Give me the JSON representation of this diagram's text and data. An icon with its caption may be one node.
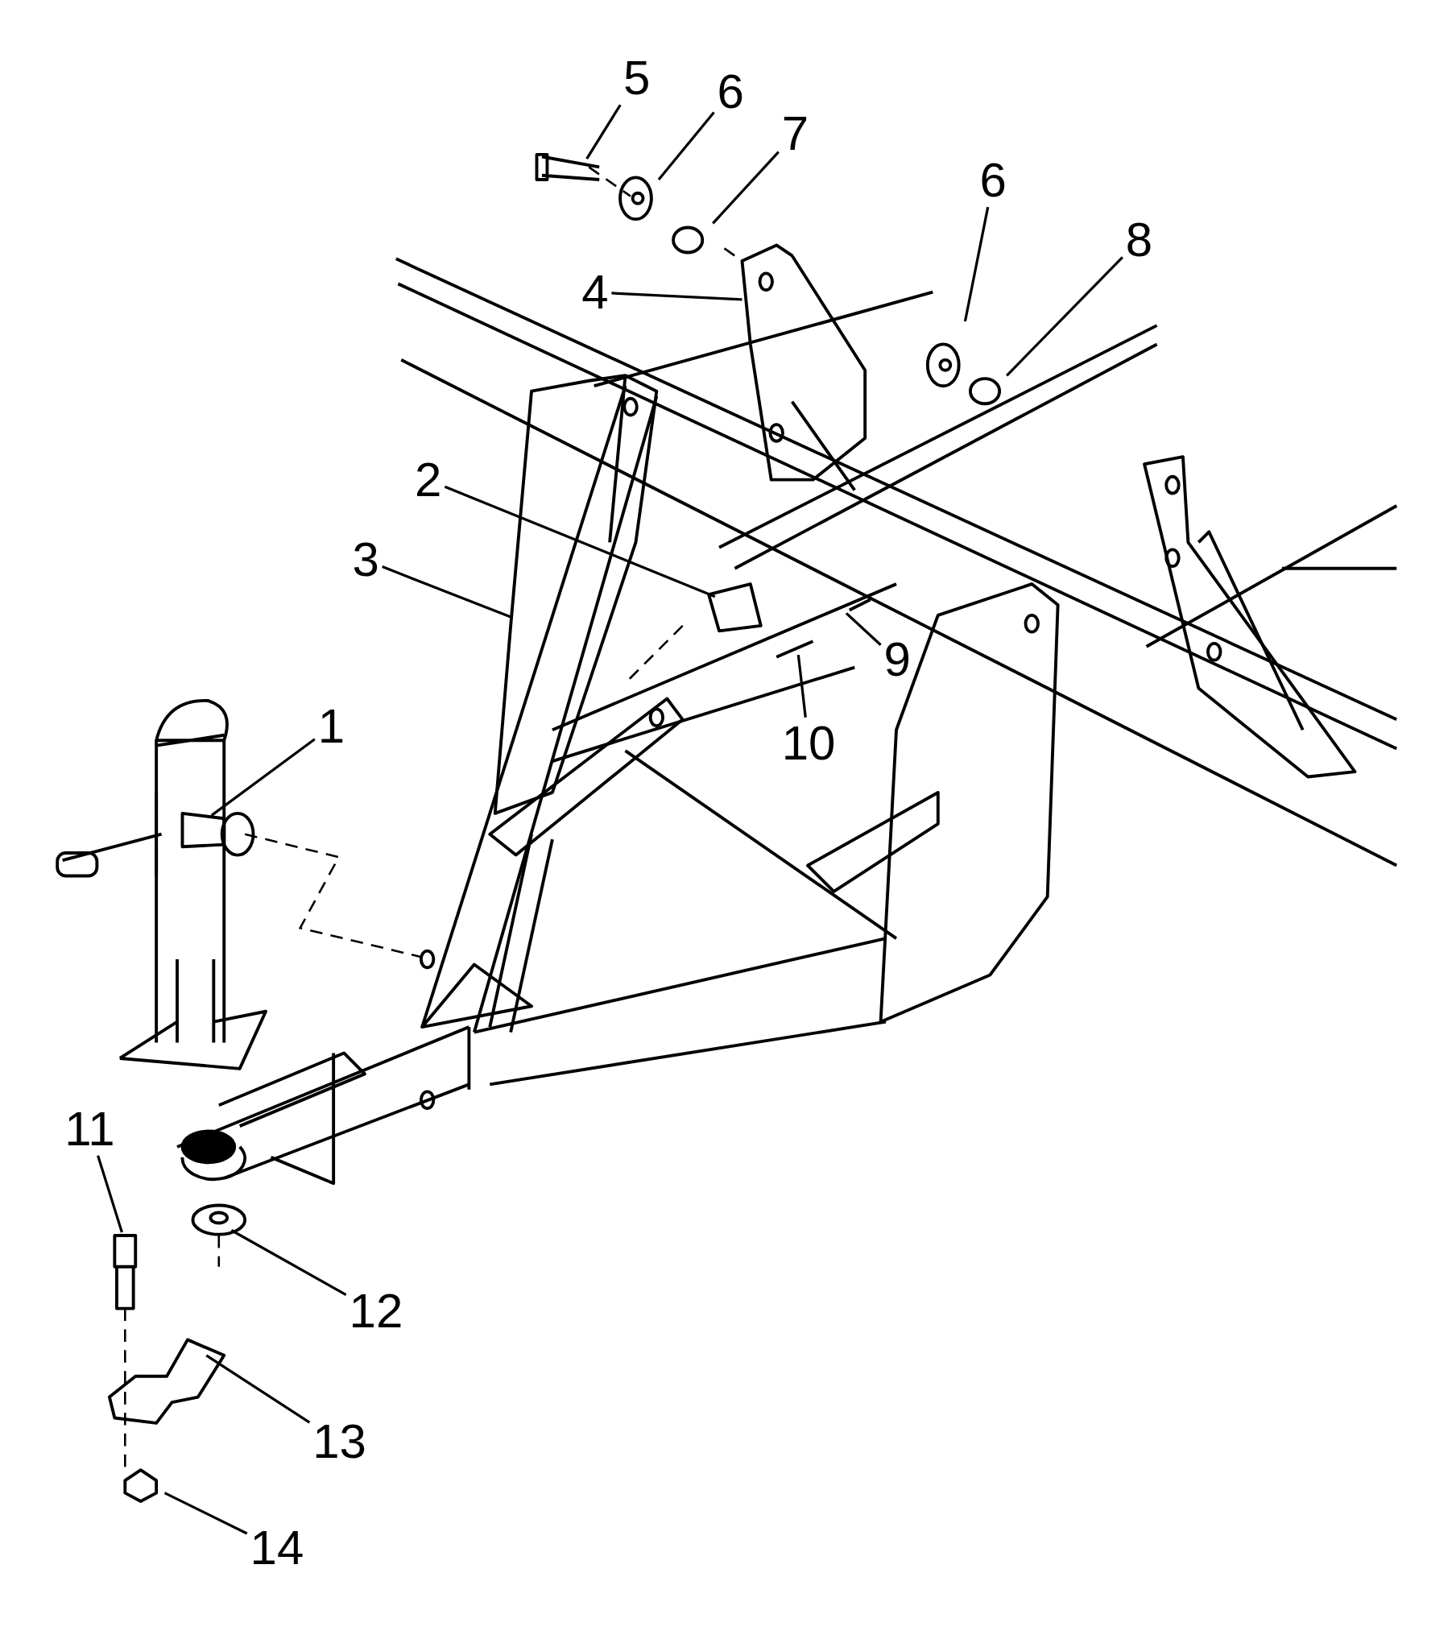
{
  "diagram": {
    "nodes": [
      {
        "text": [
          "5"
        ]
      },
      {
        "text": [
          "6"
        ]
      },
      {
        "text": [
          "7"
        ]
      },
      {
        "text": [
          "6"
        ]
      },
      {
        "text": [
          "8"
        ]
      },
      {
        "text": [
          "4"
        ]
      },
      {
        "text": [
          "2"
        ]
      },
      {
        "text": [
          "3"
        ]
      },
      {
        "text": [
          "9"
        ]
      },
      {
        "text": [
          "1"
        ]
      },
      {
        "text": [
          "10"
        ]
      },
      {
        "text": [
          "11"
        ]
      },
      {
        "text": [
          "12"
        ]
      },
      {
        "text": [
          "13"
        ]
      },
      {
        "text": [
          "14"
        ]
      }
    ],
    "edges": [
      {
        "from": 0,
        "to": null,
        "arrow": "none"
      },
      {
        "from": 1,
        "to": null,
        "arrow": "none"
      },
      {
        "from": 2,
        "to": null,
        "arrow": "none"
      },
      {
        "from": 3,
        "to": null,
        "arrow": "none"
      },
      {
        "from": 4,
        "to": null,
        "arrow": "none"
      },
      {
        "from": 5,
        "to": null,
        "arrow": "none"
      },
      {
        "from": 6,
        "to": null,
        "arrow": "none"
      },
      {
        "from": 7,
        "to": null,
        "arrow": "none"
      },
      {
        "from": 8,
        "to": null,
        "arrow": "none"
      },
      {
        "from": 9,
        "to": null,
        "arrow": "none"
      },
      {
        "from": 10,
        "to": null,
        "arrow": "none"
      },
      {
        "from": 11,
        "to": null,
        "arrow": "none"
      },
      {
        "from": 12,
        "to": null,
        "arrow": "none"
      },
      {
        "from": 13,
        "to": null,
        "arrow": "none"
      },
      {
        "from": 14,
        "to": null,
        "arrow": "none"
      }
    ]
  }
}
